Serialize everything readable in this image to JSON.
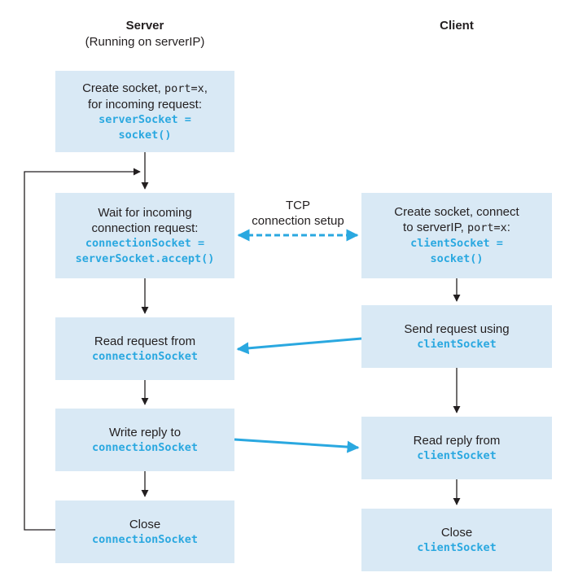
{
  "headers": {
    "server_title": "Server",
    "server_subtitle": "(Running on serverIP)",
    "client_title": "Client"
  },
  "server": {
    "create": {
      "line1_pre": "Create  socket, ",
      "line1_mono": "port=x",
      "line1_post": ",",
      "line2": "for incoming request:",
      "code1": "serverSocket =",
      "code2": "socket()"
    },
    "wait": {
      "line1": "Wait for incoming",
      "line2": "connection request:",
      "code1": "connectionSocket =",
      "code2": "serverSocket.accept()"
    },
    "read": {
      "line1": "Read request from",
      "code1": "connectionSocket"
    },
    "write": {
      "line1": "Write reply to",
      "code1": "connectionSocket"
    },
    "close": {
      "line1": "Close",
      "code1": "connectionSocket"
    }
  },
  "client": {
    "create": {
      "line1": "Create socket, connect",
      "line2_pre": "to serverIP, ",
      "line2_mono": "port=x",
      "line2_post": ":",
      "code1": "clientSocket =",
      "code2": "socket()"
    },
    "send": {
      "line1": "Send request using",
      "code1": "clientSocket"
    },
    "read": {
      "line1": "Read reply from",
      "code1": "clientSocket"
    },
    "close": {
      "line1": "Close",
      "code1": "clientSocket"
    }
  },
  "tcp_label": {
    "line1": "TCP",
    "line2": "connection setup"
  },
  "colors": {
    "box_fill": "#d9e9f5",
    "accent": "#2aa8e0",
    "text": "#231f20"
  }
}
